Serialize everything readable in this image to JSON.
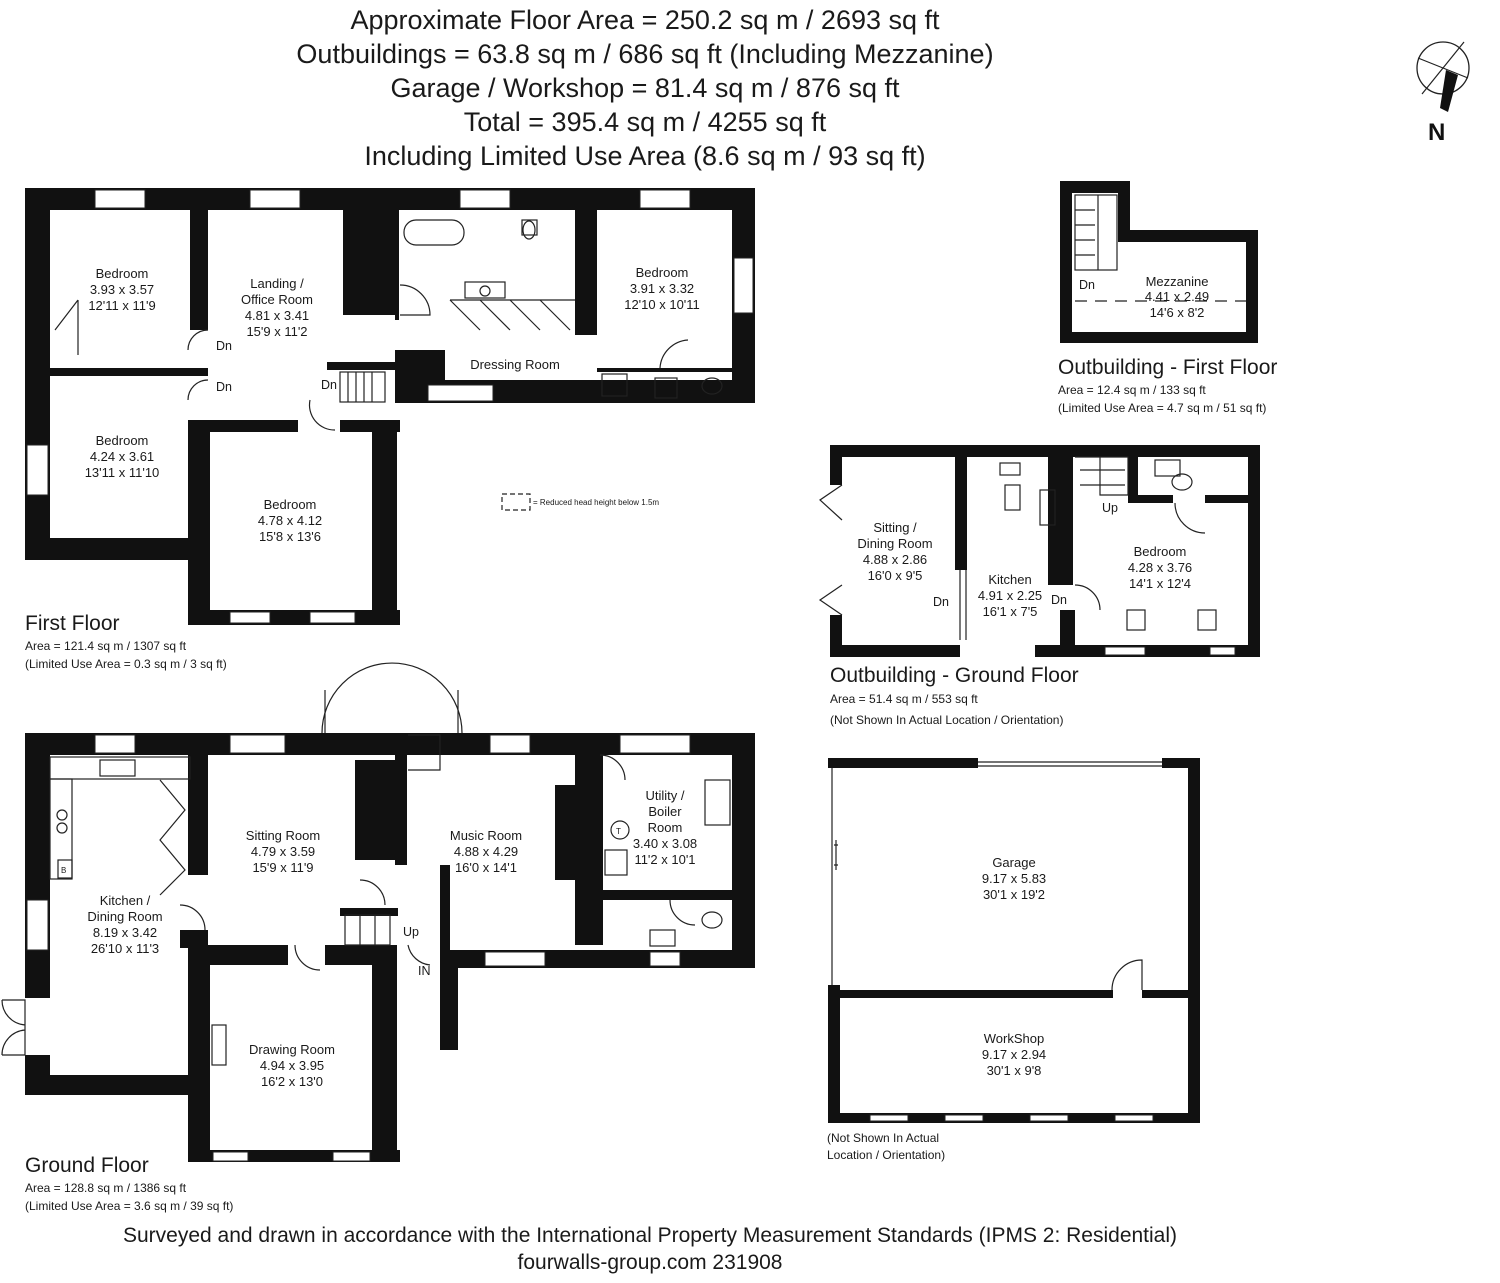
{
  "header": {
    "line1": "Approximate Floor Area =  250.2 sq m / 2693 sq ft",
    "line2": "Outbuildings = 63.8 sq m / 686 sq ft  (Including Mezzanine)",
    "line3": "Garage / Workshop = 81.4 sq m / 876 sq ft",
    "line4": "Total = 395.4 sq m / 4255 sq ft",
    "line5": "Including Limited Use Area (8.6 sq m / 93 sq ft)"
  },
  "compass": {
    "label": "N"
  },
  "first_floor": {
    "title": "First Floor",
    "area": "Area = 121.4 sq m / 1307 sq ft",
    "limited": "(Limited Use Area = 0.3 sq m / 3 sq ft)",
    "key_note": "= Reduced head height below 1.5m",
    "rooms": {
      "bed1": {
        "name": "Bedroom",
        "metric": "3.93 x 3.57",
        "imperial": "12'11 x 11'9"
      },
      "landing": {
        "name1": "Landing /",
        "name2": "Office Room",
        "metric": "4.81 x 3.41",
        "imperial": "15'9 x 11'2"
      },
      "bed2": {
        "name": "Bedroom",
        "metric": "3.91 x 3.32",
        "imperial": "12'10 x 10'11"
      },
      "dressing": {
        "name": "Dressing Room"
      },
      "bed3": {
        "name": "Bedroom",
        "metric": "4.24 x 3.61",
        "imperial": "13'11 x 11'10"
      },
      "bed4": {
        "name": "Bedroom",
        "metric": "4.78 x 4.12",
        "imperial": "15'8 x 13'6"
      }
    },
    "stair_labels": [
      "Dn",
      "Dn",
      "Dn"
    ]
  },
  "ground_floor": {
    "title": "Ground Floor",
    "area": "Area = 128.8 sq m / 1386 sq ft",
    "limited": "(Limited Use Area = 3.6 sq m / 39 sq ft)",
    "rooms": {
      "kitchen": {
        "name1": "Kitchen /",
        "name2": "Dining Room",
        "metric": "8.19 x 3.42",
        "imperial": "26'10 x 11'3"
      },
      "sitting": {
        "name": "Sitting Room",
        "metric": "4.79 x 3.59",
        "imperial": "15'9 x 11'9"
      },
      "music": {
        "name": "Music Room",
        "metric": "4.88 x 4.29",
        "imperial": "16'0 x 14'1"
      },
      "utility": {
        "name1": "Utility /",
        "name2": "Boiler",
        "name3": "Room",
        "metric": "3.40 x 3.08",
        "imperial": "11'2 x 10'1"
      },
      "drawing": {
        "name": "Drawing Room",
        "metric": "4.94 x 3.95",
        "imperial": "16'2 x 13'0"
      }
    },
    "up_label": "Up",
    "in_label": "IN",
    "boiler_symbol": "T",
    "appliance_symbol": "B"
  },
  "outbuilding_first": {
    "title": "Outbuilding -  First Floor",
    "area": "Area = 12.4 sq m / 133 sq ft",
    "limited": "(Limited Use Area = 4.7 sq m / 51 sq ft)",
    "room": {
      "name": "Mezzanine",
      "metric": "4.41 x 2.49",
      "imperial": "14'6 x 8'2"
    },
    "dn_label": "Dn"
  },
  "outbuilding_ground": {
    "title": "Outbuilding - Ground Floor",
    "area": "Area = 51.4 sq m / 553 sq ft",
    "note": "(Not Shown In Actual Location / Orientation)",
    "rooms": {
      "sitting": {
        "name1": "Sitting /",
        "name2": "Dining Room",
        "metric": "4.88 x 2.86",
        "imperial": "16'0 x 9'5"
      },
      "kitchen": {
        "name": "Kitchen",
        "metric": "4.91 x 2.25",
        "imperial": "16'1 x 7'5"
      },
      "bedroom": {
        "name": "Bedroom",
        "metric": "4.28 x 3.76",
        "imperial": "14'1 x 12'4"
      }
    },
    "up_label": "Up",
    "dn_labels": [
      "Dn",
      "Dn"
    ]
  },
  "garage": {
    "rooms": {
      "garage": {
        "name": "Garage",
        "metric": "9.17 x 5.83",
        "imperial": "30'1 x 19'2"
      },
      "workshop": {
        "name": "WorkShop",
        "metric": "9.17 x 2.94",
        "imperial": "30'1 x 9'8"
      }
    },
    "note1": "(Not Shown In Actual",
    "note2": "Location / Orientation)"
  },
  "footer": {
    "line1": "Surveyed and drawn in accordance with the International Property Measurement Standards (IPMS 2: Residential)",
    "line2": "fourwalls-group.com 231908"
  }
}
